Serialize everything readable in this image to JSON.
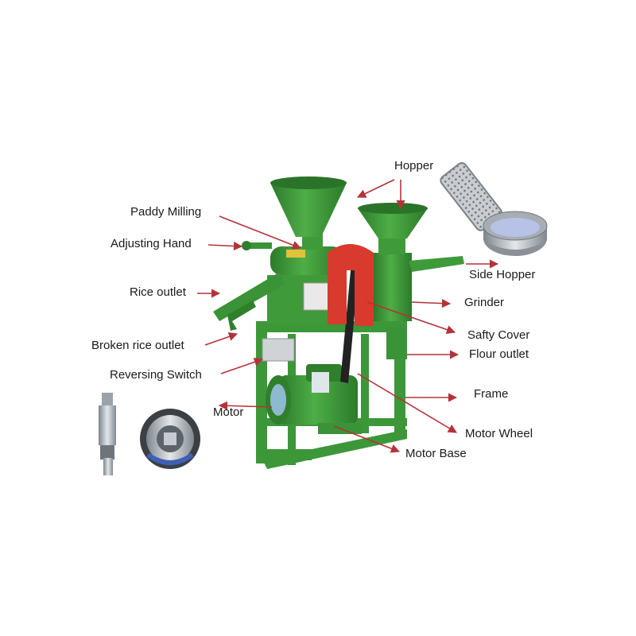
{
  "labels": {
    "hopper": "Hopper",
    "paddy_milling": "Paddy Milling",
    "adjusting_hand": "Adjusting Hand",
    "side_hopper": "Side Hopper",
    "rice_outlet": "Rice outlet",
    "grinder": "Grinder",
    "safty_cover": "Safty Cover",
    "broken_rice_outlet": "Broken rice outlet",
    "flour_outlet": "Flour outlet",
    "reversing_switch": "Reversing Switch",
    "frame": "Frame",
    "motor": "Motor",
    "motor_wheel": "Motor Wheel",
    "motor_base": "Motor Base"
  },
  "colors": {
    "machine_green": "#3f9a3a",
    "machine_green_dark": "#2c7a2a",
    "safety_cover_red": "#d83a2e",
    "arrow": "#b5323a",
    "steel": "#b9bec4"
  }
}
